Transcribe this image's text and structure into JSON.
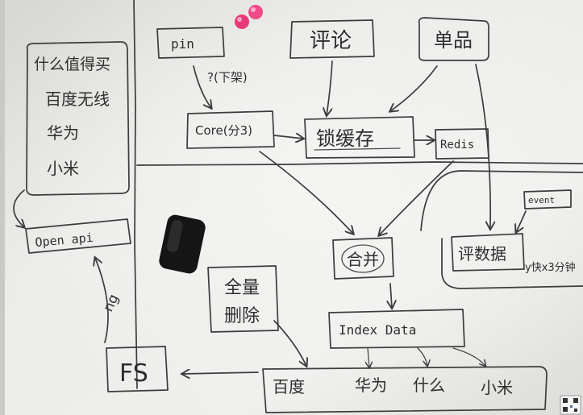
{
  "board": {
    "left_panel": {
      "lines": [
        "什么值得买",
        "百度无线",
        "华为",
        "小米"
      ]
    },
    "open_api": "Open api",
    "ng_label": "ng",
    "fs": "FS",
    "pin": "pin",
    "pin_to_core_label": "?(下架)",
    "core": "Core(分3)",
    "comment": "评论",
    "item": "单品",
    "cache": "锁缓存",
    "redis": "Redis",
    "merge": "合并",
    "full_delete": [
      "全量",
      "删除"
    ],
    "index_data": "Index Data",
    "outputs": [
      "百度",
      "华为",
      "什么",
      "小米"
    ],
    "event": "event",
    "review_data": "评数据",
    "review_note": "y快x3分钟"
  },
  "colors": {
    "board": "#ececea",
    "ink": "#3c3c3c",
    "eraser": "#151515",
    "magnet": "#e83a78"
  }
}
